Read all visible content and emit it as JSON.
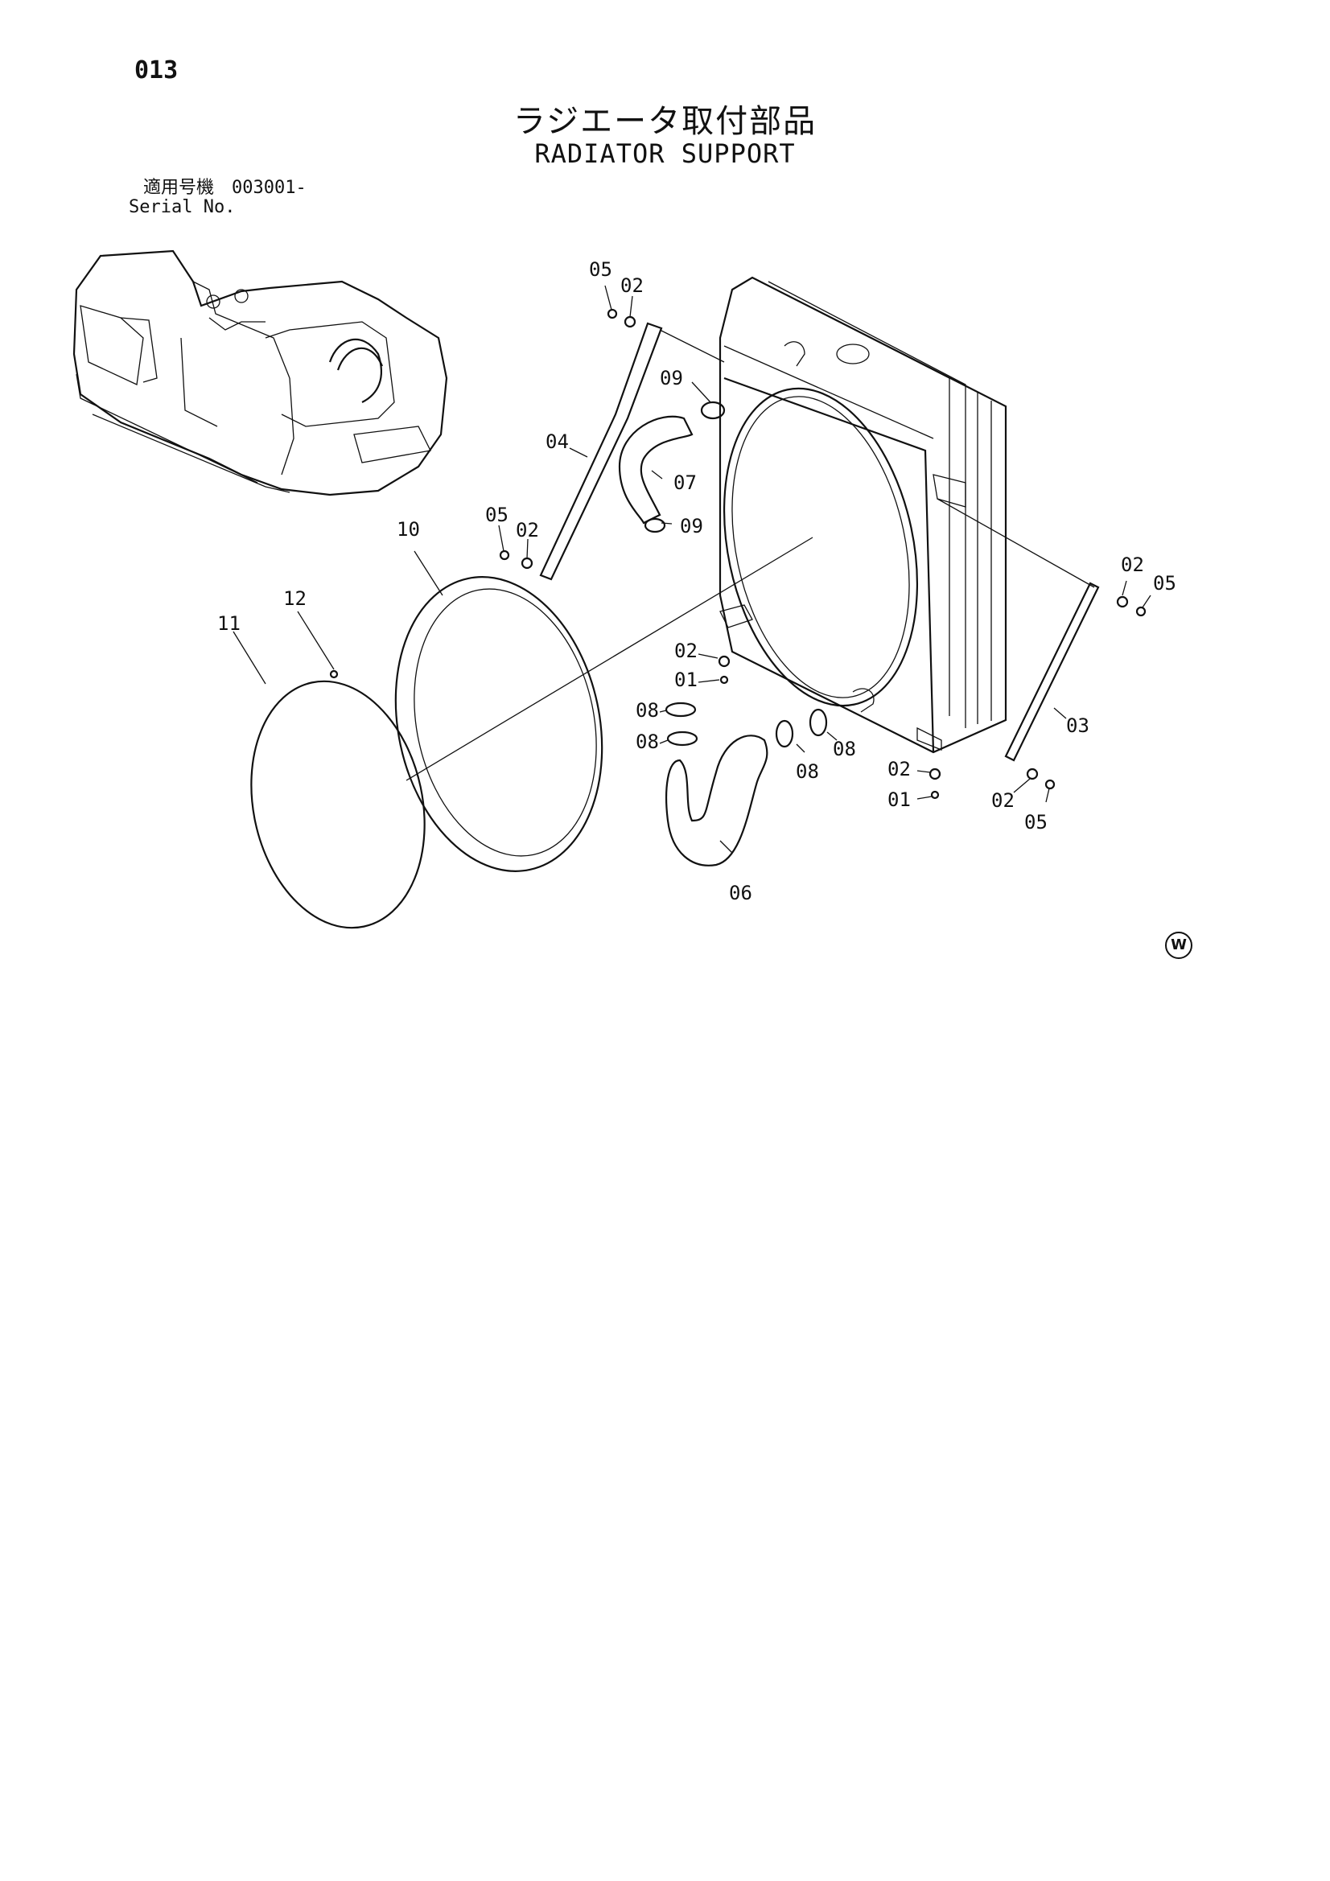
{
  "page_number": "013",
  "title_jp": "ラジエータ取付部品",
  "title_en": "RADIATOR SUPPORT",
  "serial": {
    "label_jp": "適用号機",
    "value": "003001-",
    "label_en": "Serial No."
  },
  "callouts": {
    "c05a": "05",
    "c02a": "02",
    "c09a": "09",
    "c04": "04",
    "c07": "07",
    "c05b": "05",
    "c02b": "02",
    "c09b": "09",
    "c10": "10",
    "c12": "12",
    "c11": "11",
    "c02c": "02",
    "c01a": "01",
    "c08a": "08",
    "c08b": "08",
    "c08c": "08",
    "c08d": "08",
    "c06": "06",
    "c02d": "02",
    "c05c": "05",
    "c03": "03",
    "c02e": "02",
    "c01b": "01",
    "c02f": "02",
    "c05d": "05"
  },
  "mark": "W"
}
